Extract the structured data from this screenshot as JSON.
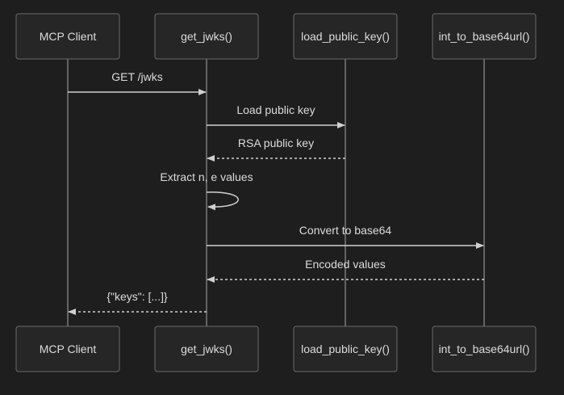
{
  "colors": {
    "background": "#1e1e1e",
    "box_fill": "#262626",
    "box_stroke": "#6b6b6b",
    "lifeline": "#a8a8a8",
    "arrow": "#d0d0d0",
    "text": "#dcdcdc"
  },
  "participants": [
    {
      "id": "client",
      "label": "MCP Client"
    },
    {
      "id": "jwks",
      "label": "get_jwks()"
    },
    {
      "id": "loadkey",
      "label": "load_public_key()"
    },
    {
      "id": "b64",
      "label": "int_to_base64url()"
    }
  ],
  "messages": [
    {
      "from": "client",
      "to": "jwks",
      "label": "GET /jwks",
      "style": "solid"
    },
    {
      "from": "jwks",
      "to": "loadkey",
      "label": "Load public key",
      "style": "solid"
    },
    {
      "from": "loadkey",
      "to": "jwks",
      "label": "RSA public key",
      "style": "dashed"
    },
    {
      "from": "jwks",
      "to": "jwks",
      "label": "Extract n, e values",
      "style": "solid"
    },
    {
      "from": "jwks",
      "to": "b64",
      "label": "Convert to base64",
      "style": "solid"
    },
    {
      "from": "b64",
      "to": "jwks",
      "label": "Encoded values",
      "style": "dashed"
    },
    {
      "from": "jwks",
      "to": "client",
      "label": "{\"keys\": [...]}",
      "style": "dashed"
    }
  ]
}
